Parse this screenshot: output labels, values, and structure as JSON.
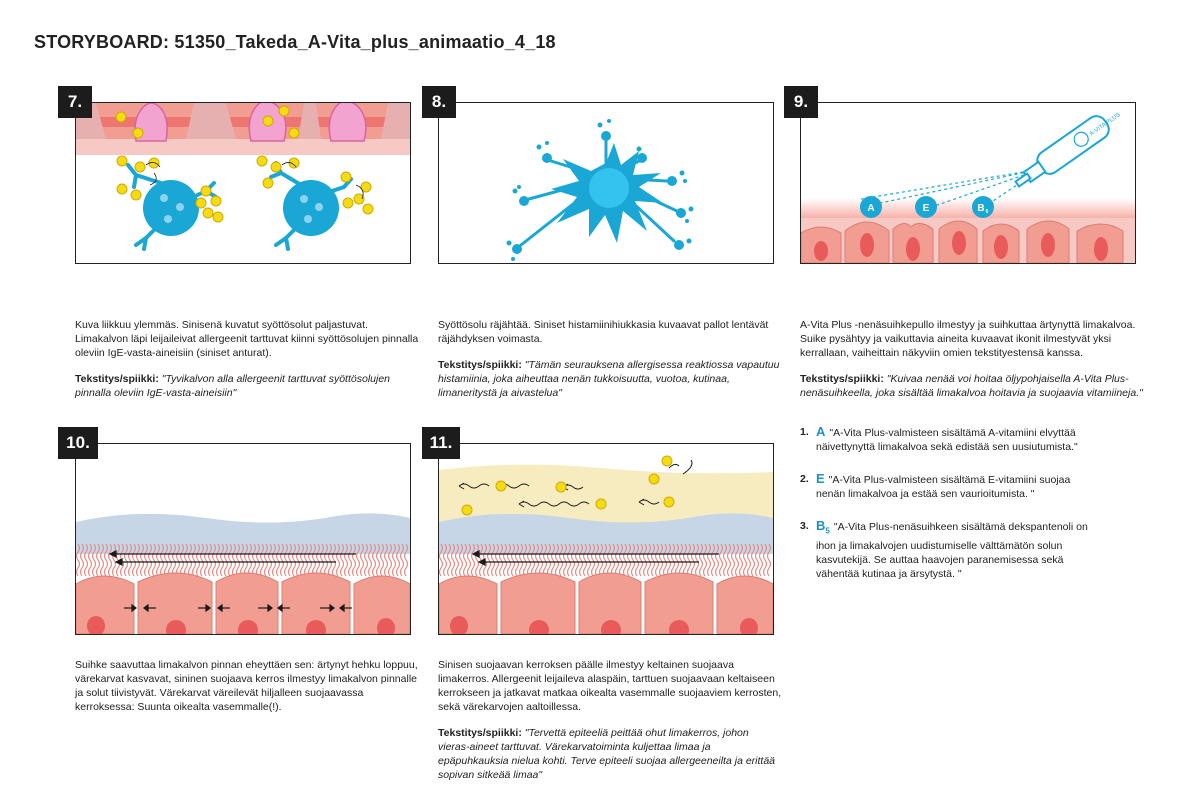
{
  "title": "STORYBOARD: 51350_Takeda_A-Vita_plus_animaatio_4_18",
  "colors": {
    "cyan": "#1aa7d6",
    "yellow": "#f4dc14",
    "tissue_pink": "#f29d92",
    "deep_pink": "#e95b5b",
    "blue_layer": "#c6d6e6",
    "mucus": "#f6ecc0"
  },
  "panels": [
    {
      "num": "7.",
      "description": "Kuva liikkuu ylemmäs. Sinisenä kuvatut syöttösolut paljastuvat. Limakalvon läpi leijaileivat allergeenit tarttuvat kiinni syöttösolujen pinnalla oleviin IgE-vasta-aineisiin (siniset anturat).",
      "caption_label": "Tekstitys/spiikki:",
      "caption_text": "\"Tyvikalvon alla allergeenit tarttuvat syöttösolujen pinnalla oleviin IgE-vasta-aineisiin\""
    },
    {
      "num": "8.",
      "description": "Syöttösolu räjähtää. Siniset histamiinihiukkasia kuvaavat pallot lentävät räjähdyksen voimasta.",
      "caption_label": "Tekstitys/spiikki:",
      "caption_text": "\"Tämän seurauksena allergisessa reaktiossa vapautuu histamiinia, joka aiheuttaa nenän tukkoisuutta, vuotoa, kutinaa, limaneritystä ja aivastelua\""
    },
    {
      "num": "9.",
      "description": "A-Vita Plus -nenäsuihkepullo ilmestyy ja suihkuttaa ärtynyttä limakalvoa. Suike pysähtyy ja vaikuttavia aineita kuvaavat ikonit ilmestyvät yksi kerrallaan, vaiheittain näkyviin omien tekstityestensä kanssa.",
      "caption_label": "Tekstitys/spiikki:",
      "caption_text": "\"Kuivaa nenää voi hoitaa öljypohjaisella A-Vita Plus-nenäsuihkeella, joka sisältää limakalvoa hoitavia ja suojaavia vitamiineja.\"",
      "icons": [
        "A",
        "E",
        "B",
        "6"
      ],
      "bottle_label": "A-VITA PLUS"
    },
    {
      "num": "10.",
      "description": "Suihke saavuttaa limakalvon pinnan eheyttäen sen: ärtynyt hehku loppuu, värekarvat kasvavat, sininen suojaava kerros ilmestyy limakalvon pinnalle ja solut tiivistyvät. Värekarvat väreilevät hiljalleen suojaavassa kerroksessa: Suunta oikealta vasemmalle(!)."
    },
    {
      "num": "11.",
      "description": "Sinisen suojaavan kerroksen päälle ilmestyy keltainen suojaava limakerros. Allergeenit leijaileva alaspäin, tarttuen suojaavaan keltaiseen kerrokseen ja jatkavat matkaa oikealta vasemmalle suojaaviem kerrosten, sekä värekarvojen aaltoillessa.",
      "caption_label": "Tekstitys/spiikki:",
      "caption_text": "\"Tervettä epiteeliä peittää ohut limakerros, johon vieras-aineet tarttuvat. Värekarvatoiminta kuljettaa limaa ja epäpuhkauksia nielua kohti. Terve epiteeli suojaa allergeeneilta ja erittää sopivan sitkeää limaa\""
    }
  ],
  "vitamins": [
    {
      "n": "1.",
      "letter": "A",
      "sub": "",
      "text": "\"A-Vita Plus-valmisteen sisältämä A-vitamiini elvyttää näivettynyttä limakalvoa sekä edistää sen uusiutumista.\""
    },
    {
      "n": "2.",
      "letter": "E",
      "sub": "",
      "text": "\"A-Vita Plus-valmisteen sisältämä E-vitamiini suojaa nenän limakalvoa ja estää sen vaurioitumista. \""
    },
    {
      "n": "3.",
      "letter": "B",
      "sub": "5",
      "text": "\"A-Vita Plus-nenäsuihkeen sisältämä dekspantenoli on ihon ja limakalvojen uudistumiselle välttämätön solun kasvutekijä. Se auttaa haavojen paranemisessa sekä vähentää kutinaa ja ärsytystä. \""
    }
  ]
}
